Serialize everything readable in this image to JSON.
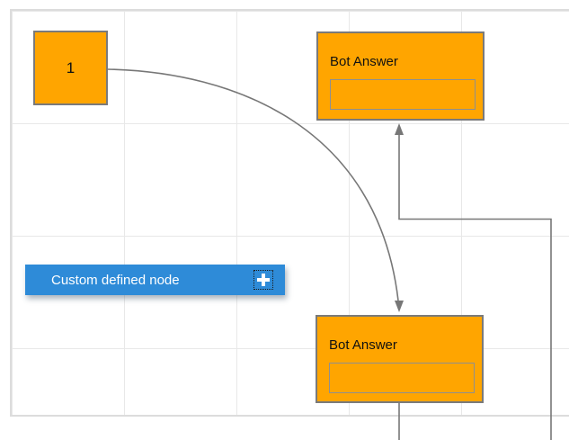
{
  "diagram": {
    "node1": {
      "label": "1"
    },
    "bot_top": {
      "title": "Bot Answer"
    },
    "bot_bottom": {
      "title": "Bot Answer"
    },
    "custom_node": {
      "label": "Custom defined node",
      "icon": "plus-icon"
    },
    "connectors": [
      {
        "type": "bezier",
        "from": "node1",
        "to": "bot_bottom",
        "arrow": "down"
      },
      {
        "type": "orthogonal",
        "from": "offscreen-bottom-right",
        "to": "bot_top",
        "arrow": "up"
      },
      {
        "type": "straight",
        "from": "bot_bottom",
        "to": "offscreen-bottom"
      }
    ]
  },
  "colors": {
    "node-fill": "#FFA500",
    "node-border": "#7A7A7A",
    "inner-border": "#8F8F8F",
    "accent": "#2E8BD8",
    "accent-text": "#FFFFFF",
    "connector": "#777777",
    "grid-line": "#E8E8E8",
    "canvas-border": "#DCDCDC",
    "node-text": "#111111"
  }
}
